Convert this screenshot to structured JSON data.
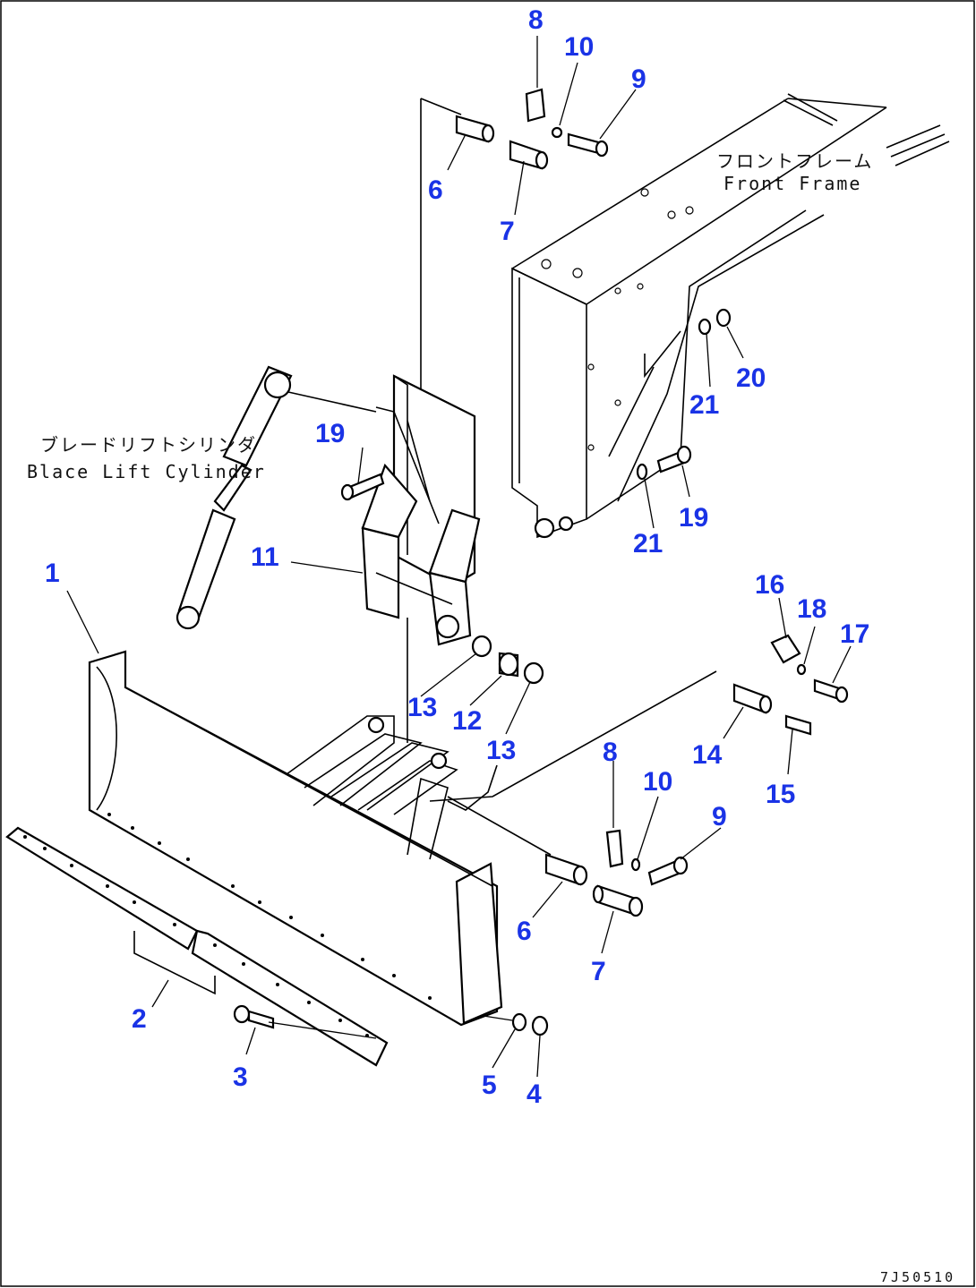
{
  "diagram": {
    "annotations": [
      {
        "id": "front-frame",
        "jp": "フロントフレーム",
        "en": "Front Frame"
      },
      {
        "id": "blade-lift-cylinder",
        "jp": "ブレードリフトシリンダ",
        "en": "Blace Lift Cylinder"
      }
    ],
    "callouts": [
      "8",
      "10",
      "9",
      "6",
      "7",
      "20",
      "21",
      "19",
      "19",
      "21",
      "11",
      "1",
      "16",
      "18",
      "17",
      "13",
      "12",
      "13",
      "14",
      "15",
      "8",
      "10",
      "9",
      "6",
      "7",
      "2",
      "3",
      "5",
      "4"
    ],
    "drawing_code": "7J50510"
  }
}
